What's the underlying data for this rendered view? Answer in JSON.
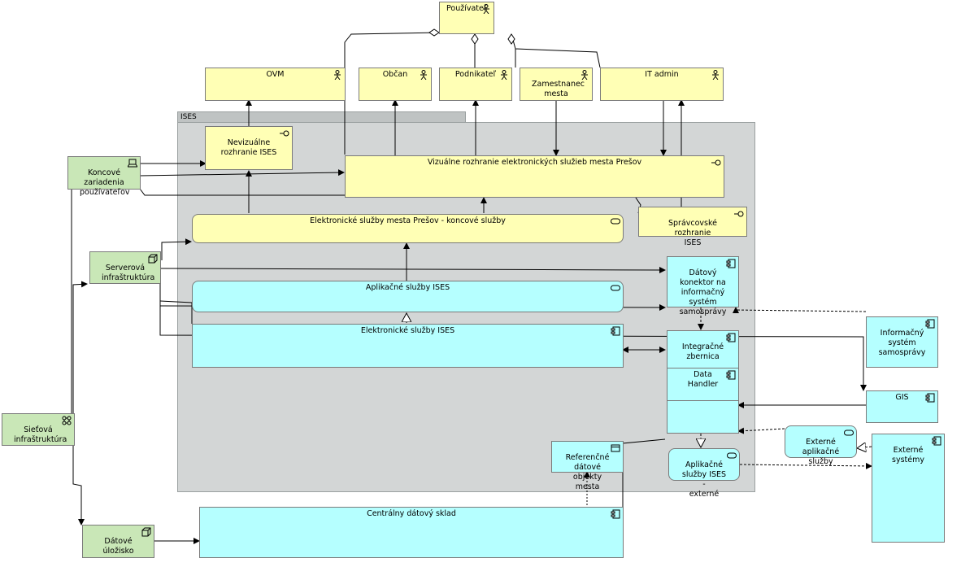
{
  "group": {
    "label": "ISES"
  },
  "actors": {
    "user": "Používateľ",
    "ovm": "OVM",
    "citizen": "Občan",
    "entrepreneur": "Podnikateľ",
    "employee": "Zamestnanec\nmesta",
    "itadmin": "IT admin"
  },
  "interfaces": {
    "nonvisual": "Nevizuálne\nrozhranie ISES",
    "visual": "Vizuálne rozhranie elektronických služieb mesta Prešov",
    "admin": "Správcovské rozhranie\nISES"
  },
  "services": {
    "city_end": "Elektronické služby mesta Prešov - koncové služby",
    "app_ises": "Aplikačné služby ISES",
    "app_external": "Aplikačné\nslužby ISES -\nexterné",
    "ext_app": "Externé\naplikačné\nslužby"
  },
  "components": {
    "el_ises": "Elektronické služby ISES",
    "connector": "Dátový\nkonektor na\ninformačný\nsystém\nsamosprávy",
    "bus": "Integračné\nzbernica",
    "handler": "Data Handler",
    "is_sam": "Informačný\nsystém\nsamosprávy",
    "gis": "GIS",
    "ext_sys": "Externé\nsystémy",
    "warehouse": "Centrálny dátový sklad"
  },
  "data_objects": {
    "ref": "Referenčné\ndátové objekty\nmesta"
  },
  "tech": {
    "devices": "Koncové\nzariadenia\npoužívateľov",
    "servers": "Serverová\ninfraštruktúra",
    "network": "Sieťová\ninfraštruktúra",
    "storage": "Dátové\núložisko"
  },
  "colors": {
    "business": "#ffffb5",
    "application": "#b5ffff",
    "technology": "#c9e7b7",
    "group": "#d3d6d6"
  }
}
